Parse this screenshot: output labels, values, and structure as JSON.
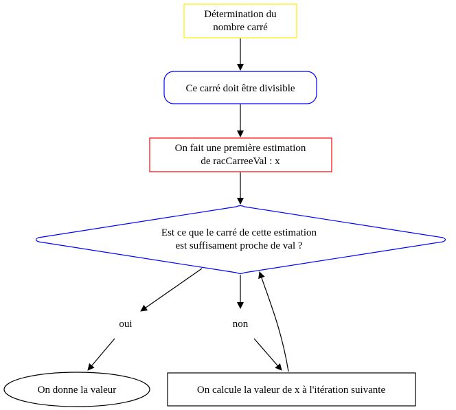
{
  "nodes": {
    "start": {
      "line1": "Détermination du",
      "line2": "nombre carré",
      "border_color": "#ffee00"
    },
    "divisible": {
      "label": "Ce carré doit être divisible",
      "border_color": "#0000ff"
    },
    "estimation": {
      "line1": "On fait une première estimation",
      "line2": "de racCarreeVal : x",
      "border_color": "#ff0000"
    },
    "decision": {
      "line1": "Est ce que le carré de cette estimation",
      "line2": "est suffisament proche de val ?",
      "border_color": "#0000ff"
    },
    "oui": {
      "label": "oui"
    },
    "non": {
      "label": "non"
    },
    "give_value": {
      "label": "On donne la valeur",
      "border_color": "#000000"
    },
    "next_iteration": {
      "label": "On calcule la valeur de x à l'itération suivante",
      "border_color": "#000000"
    }
  }
}
